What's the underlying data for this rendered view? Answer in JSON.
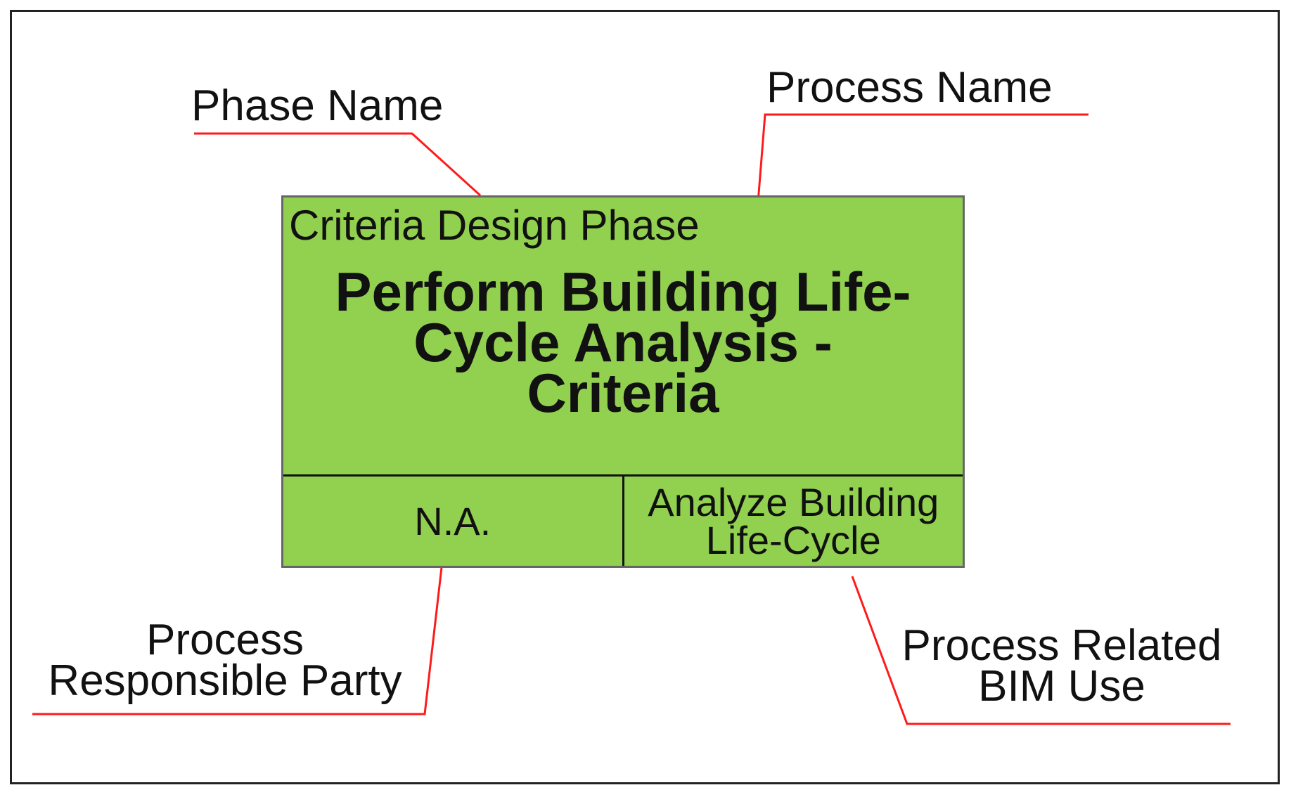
{
  "colors": {
    "box_fill": "#92d050",
    "leader": "#ff1a1a",
    "box_border": "#666666",
    "divider": "#111111"
  },
  "callouts": {
    "phase_name": "Phase Name",
    "process_name": "Process Name",
    "responsible_party": [
      "Process",
      "Responsible Party"
    ],
    "bim_use": [
      "Process Related",
      "BIM Use"
    ]
  },
  "process_box": {
    "phase": "Criteria Design Phase",
    "process_title": [
      "Perform Building Life-",
      "Cycle Analysis -",
      "Criteria"
    ],
    "responsible_party": "N.A.",
    "bim_use": [
      "Analyze Building",
      "Life-Cycle"
    ]
  }
}
